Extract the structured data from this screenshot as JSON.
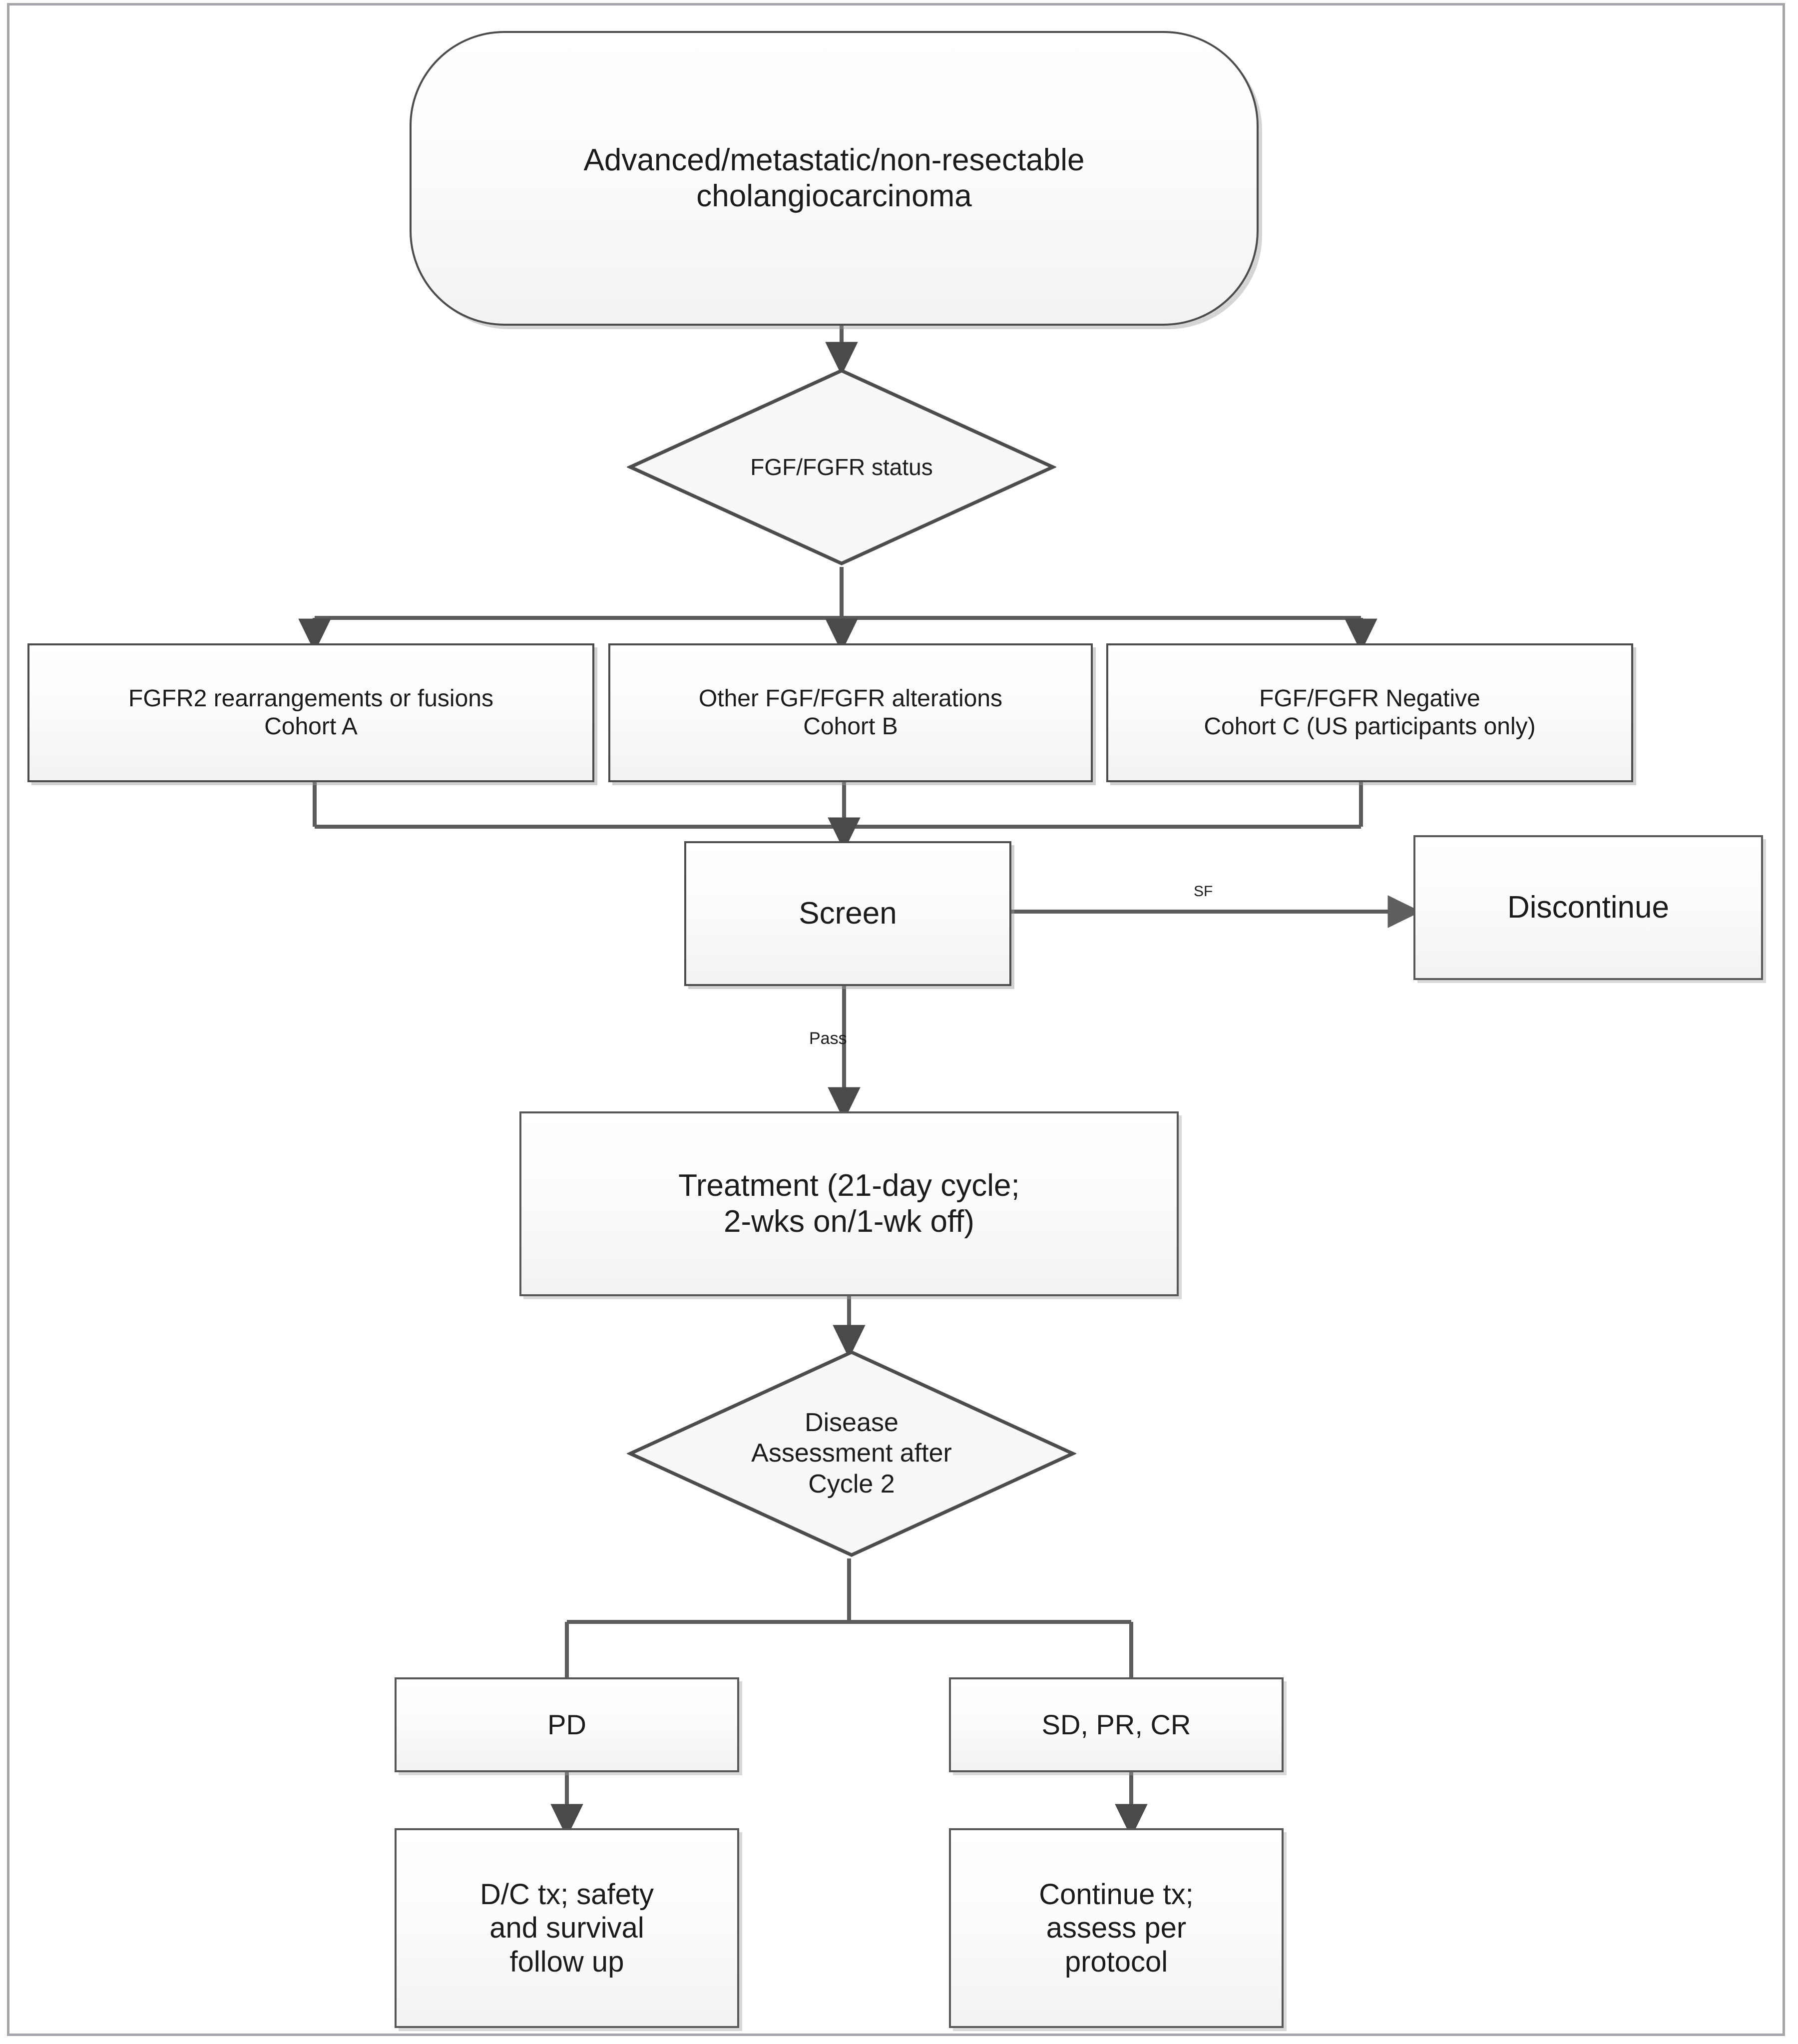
{
  "figure": {
    "kind": "clinical-trial-flowchart",
    "frame_color": "#a2a5aa",
    "node_border_color": "#4c4c4c",
    "connector_color": "#5b5b5b",
    "text_color": "#1b1b1b"
  },
  "nodes": {
    "population": {
      "shape": "rounded-pill",
      "text": "Advanced/metastatic/non-resectable\ncholangiocarcinoma"
    },
    "status_decision": {
      "shape": "diamond",
      "text": "FGF/FGFR status"
    },
    "cohort_a": {
      "shape": "rect",
      "text": "FGFR2 rearrangements or fusions\nCohort A"
    },
    "cohort_b": {
      "shape": "rect",
      "text": "Other FGF/FGFR alterations\nCohort B"
    },
    "cohort_c": {
      "shape": "rect",
      "text": "FGF/FGFR Negative\nCohort C (US participants only)"
    },
    "screen": {
      "shape": "rect",
      "text": "Screen"
    },
    "discontinue": {
      "shape": "rect",
      "text": "Discontinue"
    },
    "treatment": {
      "shape": "rect",
      "text": "Treatment (21-day cycle;\n2-wks on/1-wk off)"
    },
    "assessment_decision": {
      "shape": "diamond",
      "text": "Disease\nAssessment after\nCycle 2"
    },
    "pd": {
      "shape": "rect",
      "text": "PD"
    },
    "sd_pr_cr": {
      "shape": "rect",
      "text": "SD, PR, CR"
    },
    "dc_tx": {
      "shape": "rect",
      "text": "D/C tx; safety\nand survival\nfollow up"
    },
    "continue_tx": {
      "shape": "rect",
      "text": "Continue tx;\nassess per\nprotocol"
    }
  },
  "edge_labels": {
    "screen_fail": "SF",
    "screen_pass": "Pass"
  },
  "edges": [
    {
      "from": "population",
      "to": "status_decision",
      "arrow": true,
      "label": ""
    },
    {
      "from": "status_decision",
      "to": "cohort_a",
      "arrow": true,
      "label": ""
    },
    {
      "from": "status_decision",
      "to": "cohort_b",
      "arrow": true,
      "label": ""
    },
    {
      "from": "status_decision",
      "to": "cohort_c",
      "arrow": true,
      "label": ""
    },
    {
      "from": "cohort_a",
      "to": "screen",
      "arrow": true,
      "label": ""
    },
    {
      "from": "cohort_b",
      "to": "screen",
      "arrow": true,
      "label": ""
    },
    {
      "from": "cohort_c",
      "to": "screen",
      "arrow": true,
      "label": ""
    },
    {
      "from": "screen",
      "to": "discontinue",
      "arrow": true,
      "label": "SF"
    },
    {
      "from": "screen",
      "to": "treatment",
      "arrow": true,
      "label": "Pass"
    },
    {
      "from": "treatment",
      "to": "assessment_decision",
      "arrow": true,
      "label": ""
    },
    {
      "from": "assessment_decision",
      "to": "pd",
      "arrow": false,
      "label": ""
    },
    {
      "from": "assessment_decision",
      "to": "sd_pr_cr",
      "arrow": false,
      "label": ""
    },
    {
      "from": "pd",
      "to": "dc_tx",
      "arrow": true,
      "label": ""
    },
    {
      "from": "sd_pr_cr",
      "to": "continue_tx",
      "arrow": true,
      "label": ""
    }
  ]
}
